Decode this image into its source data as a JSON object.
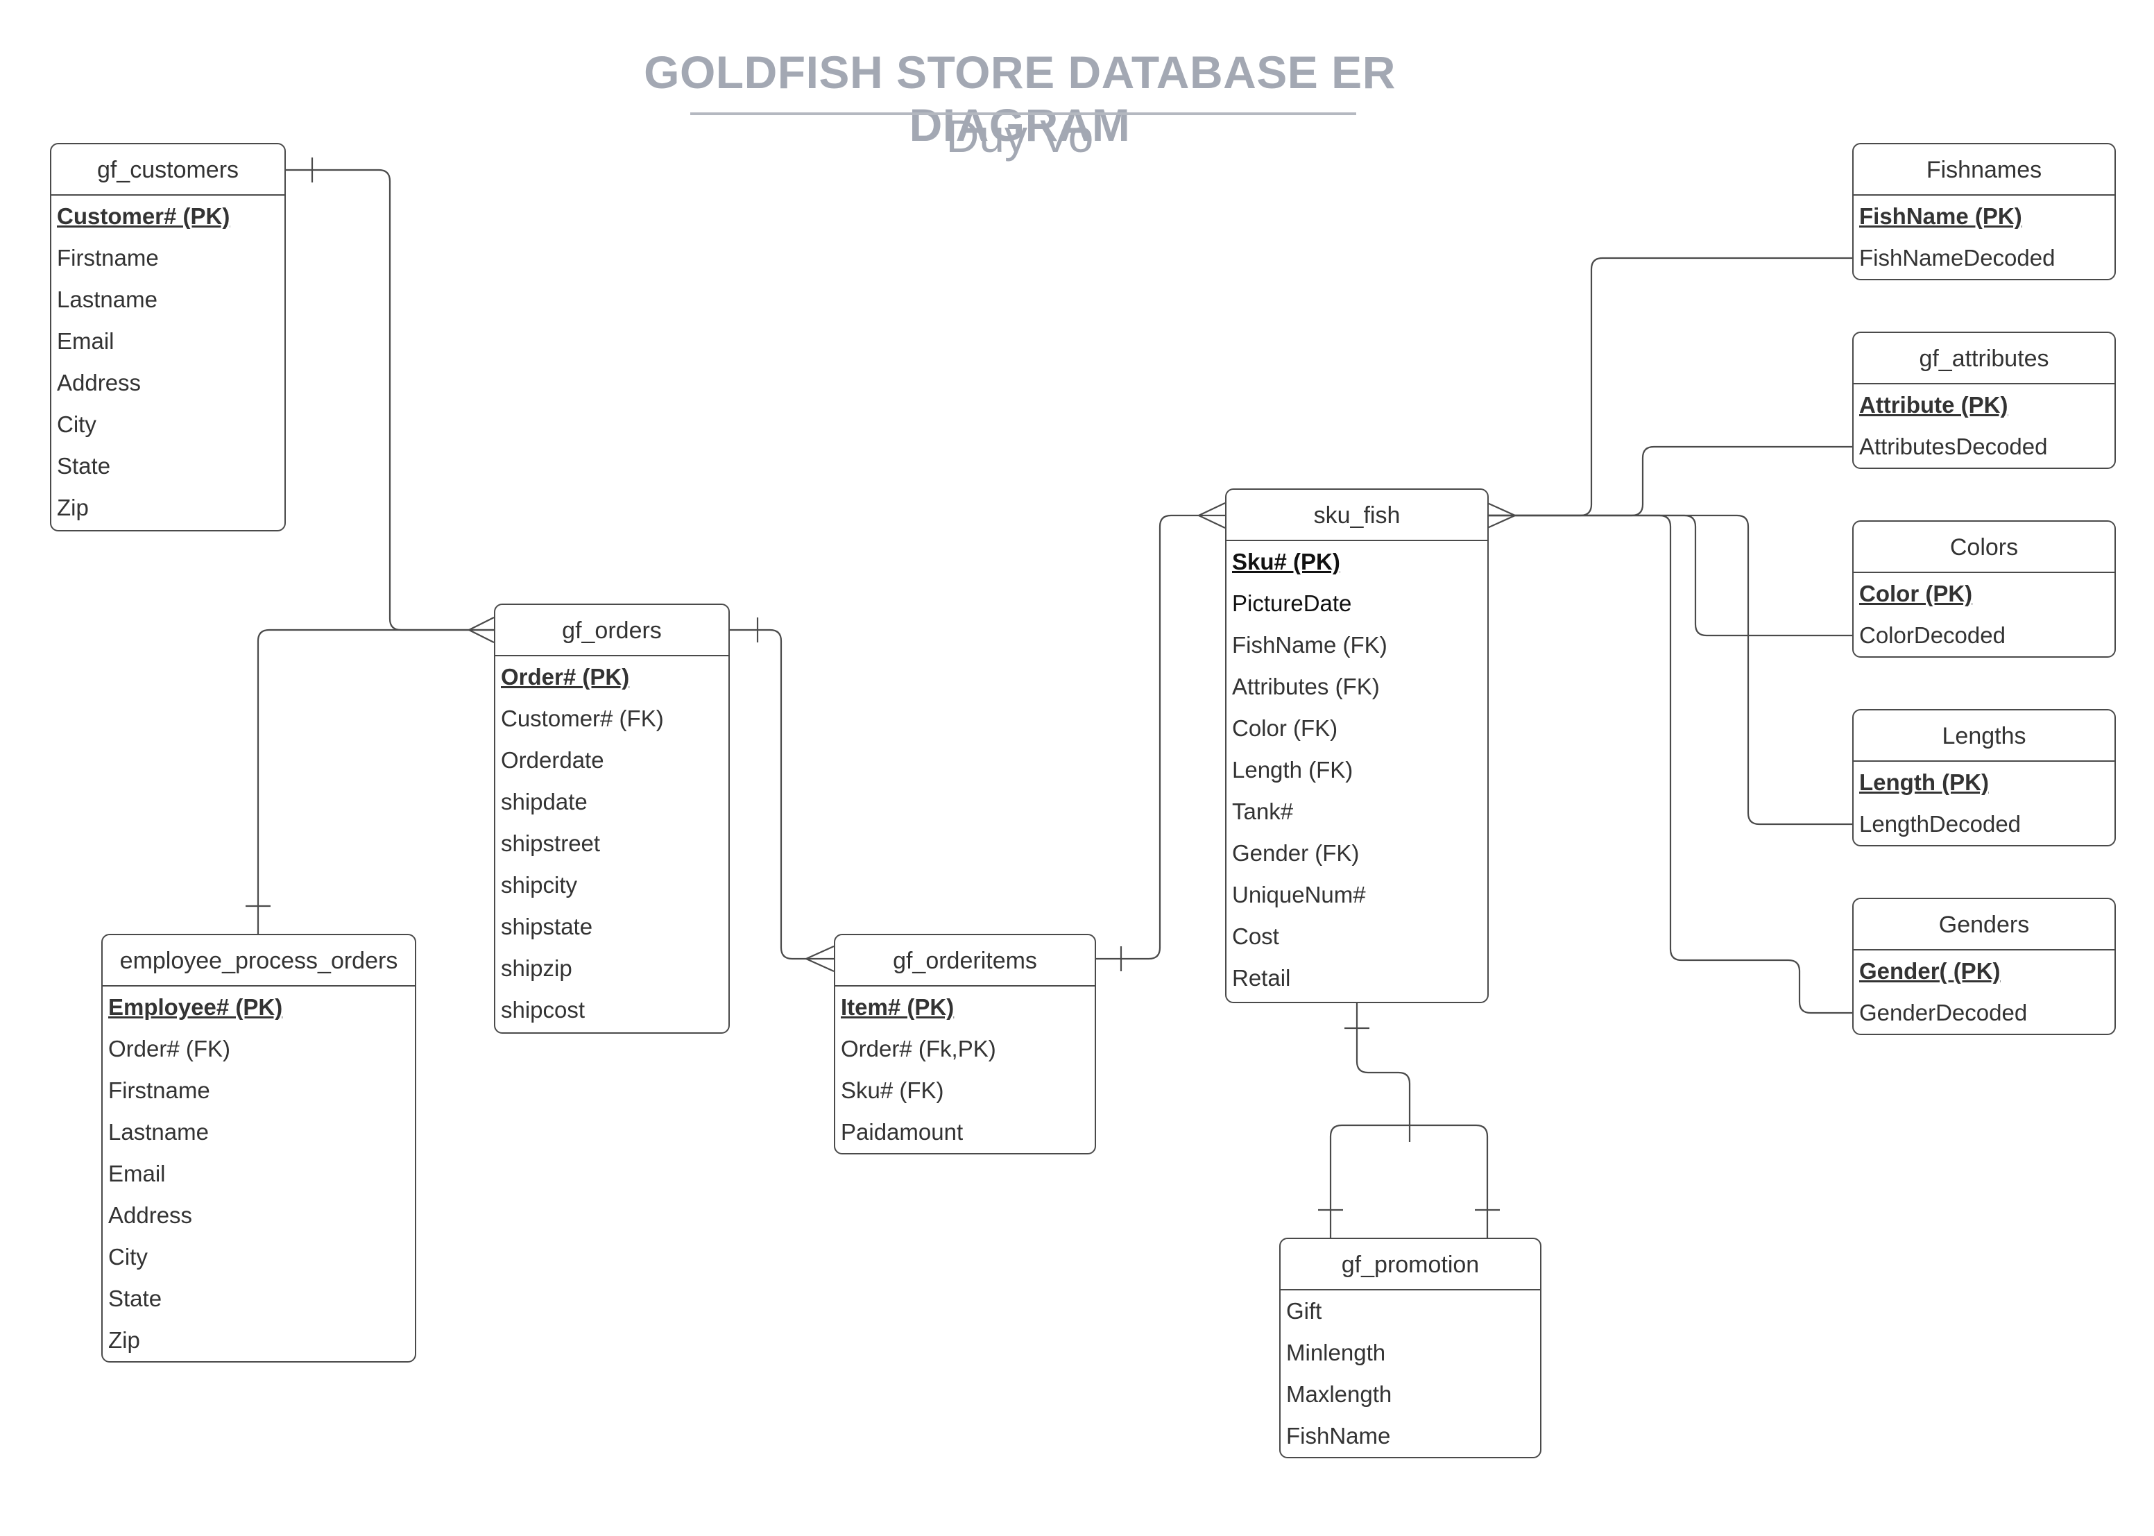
{
  "header": {
    "title": "GOLDFISH STORE DATABASE ER DIAGRAM",
    "subtitle": "Duy Vo"
  },
  "colors": {
    "title": "#a3a8b3",
    "line": "#4a4a4a",
    "text": "#333333"
  },
  "entities": {
    "gf_customers": {
      "name": "gf_customers",
      "attributes": [
        {
          "label": "Customer# (PK)",
          "pk": true
        },
        {
          "label": "Firstname"
        },
        {
          "label": "Lastname"
        },
        {
          "label": "Email"
        },
        {
          "label": "Address"
        },
        {
          "label": "City"
        },
        {
          "label": "State"
        },
        {
          "label": "Zip"
        }
      ]
    },
    "gf_orders": {
      "name": "gf_orders",
      "attributes": [
        {
          "label": "Order# (PK)",
          "pk": true
        },
        {
          "label": "Customer# (FK)"
        },
        {
          "label": "Orderdate"
        },
        {
          "label": "shipdate"
        },
        {
          "label": "shipstreet"
        },
        {
          "label": "shipcity"
        },
        {
          "label": "shipstate"
        },
        {
          "label": "shipzip"
        },
        {
          "label": "shipcost"
        }
      ]
    },
    "employee_process_orders": {
      "name": "employee_process_orders",
      "attributes": [
        {
          "label": "Employee# (PK)",
          "pk": true
        },
        {
          "label": "Order# (FK)"
        },
        {
          "label": "Firstname"
        },
        {
          "label": "Lastname"
        },
        {
          "label": "Email"
        },
        {
          "label": "Address"
        },
        {
          "label": "City"
        },
        {
          "label": "State"
        },
        {
          "label": "Zip"
        }
      ]
    },
    "gf_orderitems": {
      "name": "gf_orderitems",
      "attributes": [
        {
          "label": "Item# (PK)",
          "pk": true
        },
        {
          "label": "Order# (Fk,PK)"
        },
        {
          "label": "Sku# (FK)"
        },
        {
          "label": "Paidamount"
        }
      ]
    },
    "sku_fish": {
      "name": "sku_fish",
      "attributes": [
        {
          "label": "Sku# (PK)",
          "pk": true
        },
        {
          "label": "PictureDate"
        },
        {
          "label": "FishName (FK)"
        },
        {
          "label": "Attributes (FK)"
        },
        {
          "label": "Color (FK)"
        },
        {
          "label": "Length (FK)"
        },
        {
          "label": "Tank#"
        },
        {
          "label": "Gender (FK)"
        },
        {
          "label": "UniqueNum#"
        },
        {
          "label": "Cost"
        },
        {
          "label": "Retail"
        }
      ]
    },
    "gf_promotion": {
      "name": "gf_promotion",
      "attributes": [
        {
          "label": "Gift"
        },
        {
          "label": "Minlength"
        },
        {
          "label": "Maxlength"
        },
        {
          "label": "FishName"
        }
      ]
    },
    "Fishnames": {
      "name": "Fishnames",
      "attributes": [
        {
          "label": "FishName (PK)",
          "pk": true
        },
        {
          "label": "FishNameDecoded"
        }
      ]
    },
    "gf_attributes": {
      "name": "gf_attributes",
      "attributes": [
        {
          "label": "Attribute (PK)",
          "pk": true
        },
        {
          "label": "AttributesDecoded"
        }
      ]
    },
    "Colors": {
      "name": "Colors",
      "attributes": [
        {
          "label": "Color (PK)",
          "pk": true
        },
        {
          "label": "ColorDecoded"
        }
      ]
    },
    "Lengths": {
      "name": "Lengths",
      "attributes": [
        {
          "label": "Length (PK)",
          "pk": true
        },
        {
          "label": "LengthDecoded"
        }
      ]
    },
    "Genders": {
      "name": "Genders",
      "attributes": [
        {
          "label": "Gender( (PK)",
          "pk": true
        },
        {
          "label": "GenderDecoded"
        }
      ]
    }
  }
}
